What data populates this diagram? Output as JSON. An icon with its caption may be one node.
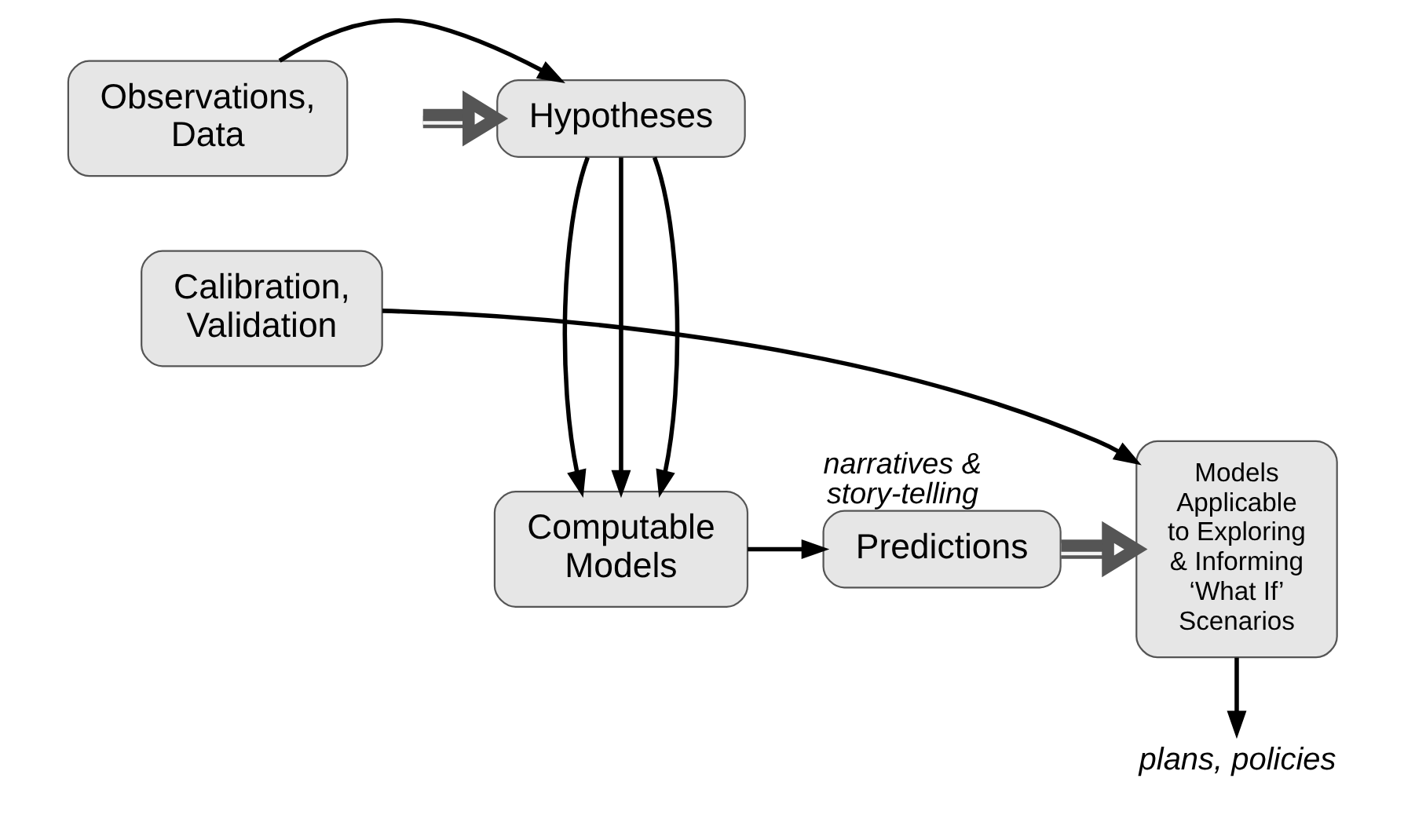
{
  "diagram": {
    "nodes": [
      {
        "text": [
          "Hypotheses"
        ]
      },
      {
        "text": [
          "Observations, Data"
        ]
      },
      {
        "text": [
          "Calibration, Validation"
        ]
      },
      {
        "text": [
          "Computable Models"
        ]
      },
      {
        "text": [
          "Predictions"
        ],
        "beside": [
          "narratives & story-telling"
        ]
      },
      {
        "text": [
          "Models Applicable to Exploring & Informing ‘What If’ Scenarios"
        ]
      },
      {
        "text": [
          "plans, policies"
        ]
      }
    ],
    "edges": [
      {
        "from": null,
        "to": 0,
        "arrow": "to",
        "style": "thick"
      },
      {
        "from": 1,
        "to": 0,
        "arrow": "to"
      },
      {
        "from": 0,
        "to": 3,
        "arrow": "to"
      },
      {
        "from": 0,
        "to": 3,
        "arrow": "to"
      },
      {
        "from": 0,
        "to": 3,
        "arrow": "to"
      },
      {
        "from": 2,
        "to": 5,
        "arrow": "to"
      },
      {
        "from": 3,
        "to": 4,
        "arrow": "to"
      },
      {
        "from": 4,
        "to": 5,
        "arrow": "to",
        "style": "thick"
      },
      {
        "from": 5,
        "to": 6,
        "arrow": "to"
      }
    ]
  }
}
